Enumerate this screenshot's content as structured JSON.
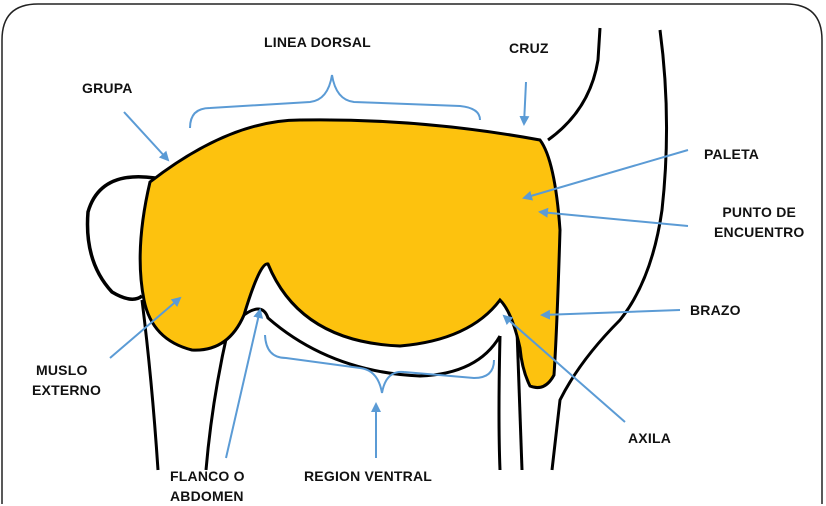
{
  "diagram": {
    "labels": {
      "linea_dorsal": "LINEA DORSAL",
      "cruz": "CRUZ",
      "grupa": "GRUPA",
      "paleta": "PALETA",
      "punto_de_encuentro": "PUNTO DE ENCUENTRO",
      "punto_de_encuentro_line1": "PUNTO DE",
      "punto_de_encuentro_line2": "ENCUENTRO",
      "brazo": "BRAZO",
      "muslo_externo_line1": "MUSLO",
      "muslo_externo_line2": "EXTERNO",
      "axila": "AXILA",
      "flanco_line1": "FLANCO O",
      "flanco_line2": "ABDOMEN",
      "region_ventral": "REGION VENTRAL"
    },
    "colors": {
      "body_fill": "#FDC20E",
      "arrow": "#5B9BD5",
      "outline": "#000000"
    }
  }
}
